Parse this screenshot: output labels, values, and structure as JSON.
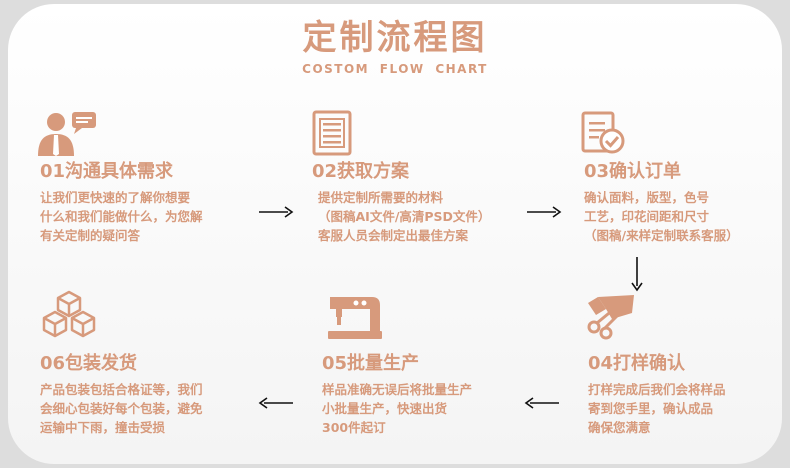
{
  "header": {
    "title": "定制流程图",
    "subtitle": "COSTOM FLOW CHART"
  },
  "colors": {
    "accent": "#d79a7c",
    "arrow": "#111111",
    "background": "#ffffff"
  },
  "steps": [
    {
      "icon": "consult-person-icon",
      "title": "01沟通具体需求",
      "lines": [
        "让我们更快速的了解你想要",
        "什么和我们能做什么，为您解",
        "有关定制的疑问答"
      ]
    },
    {
      "icon": "document-list-icon",
      "title": "02获取方案",
      "lines": [
        "提供定制所需要的材料",
        "（图稿AI文件/高清PSD文件）",
        "客服人员会制定出最佳方案"
      ]
    },
    {
      "icon": "order-check-icon",
      "title": "03确认订单",
      "lines": [
        "确认面料，版型，色号",
        "工艺，印花间距和尺寸",
        "（图稿/来样定制联系客服）"
      ]
    },
    {
      "icon": "tailoring-icon",
      "title": "04打样确认",
      "lines": [
        "打样完成后我们会将样品",
        "寄到您手里，确认成品",
        "确保您满意"
      ]
    },
    {
      "icon": "sewing-machine-icon",
      "title": "05批量生产",
      "lines": [
        "样品准确无误后将批量生产",
        "小批量生产，快速出货",
        "300件起订"
      ]
    },
    {
      "icon": "boxes-icon",
      "title": "06包装发货",
      "lines": [
        "产品包装包括合格证等，我们",
        "会细心包装好每个包装，避免",
        "运输中下雨，撞击受损"
      ]
    }
  ]
}
